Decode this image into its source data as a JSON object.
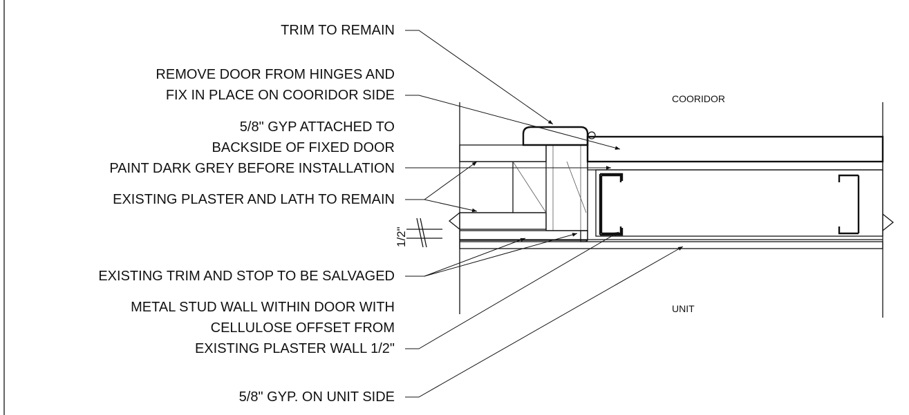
{
  "notes": {
    "trim_to_remain": "TRIM TO REMAIN",
    "remove_door_1": "REMOVE DOOR FROM HINGES AND",
    "remove_door_2": "FIX IN PLACE ON COORIDOR SIDE",
    "gyp_backside_1": "5/8\" GYP ATTACHED TO",
    "gyp_backside_2": "BACKSIDE OF FIXED DOOR",
    "gyp_backside_3": "PAINT DARK GREY BEFORE INSTALLATION",
    "existing_plaster": "EXISTING PLASTER AND LATH TO REMAIN",
    "existing_trim": "EXISTING TRIM AND STOP TO BE SALVAGED",
    "metal_stud_1": "METAL STUD WALL WITHIN DOOR WITH",
    "metal_stud_2": "CELLULOSE OFFSET FROM",
    "metal_stud_3": "EXISTING PLASTER WALL 1/2\"",
    "gyp_unit_side": "5/8\" GYP. ON UNIT SIDE"
  },
  "rooms": {
    "corridor": "COORIDOR",
    "unit": "UNIT"
  },
  "dimension": {
    "offset": "1/2\""
  },
  "colors": {
    "line": "#111111",
    "background": "#ffffff"
  }
}
